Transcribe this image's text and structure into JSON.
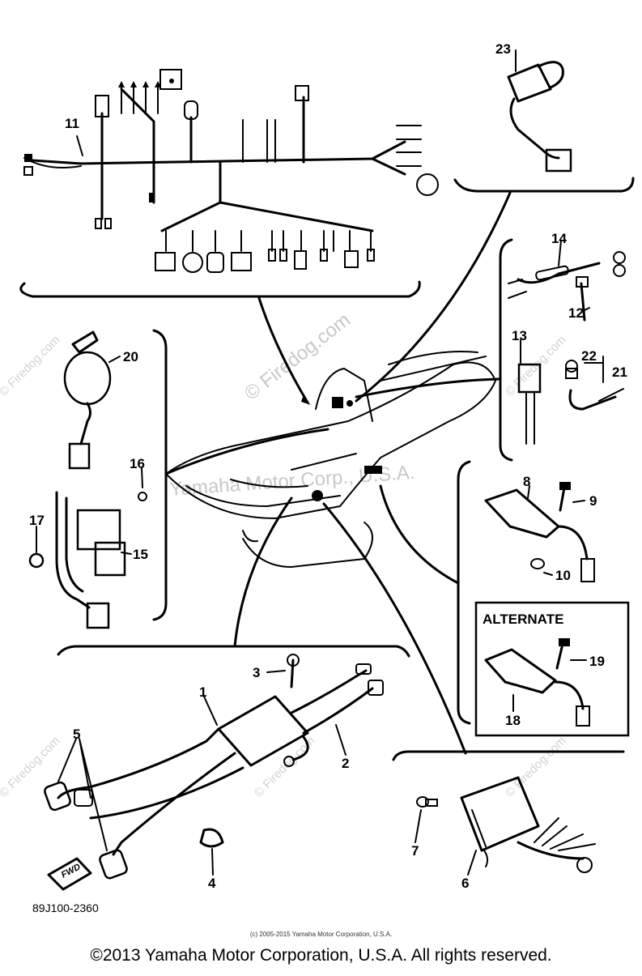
{
  "callouts": {
    "c1": "1",
    "c2": "2",
    "c3": "3",
    "c4": "4",
    "c5": "5",
    "c6": "6",
    "c7": "7",
    "c8": "8",
    "c9": "9",
    "c10": "10",
    "c11": "11",
    "c12": "12",
    "c13": "13",
    "c14": "14",
    "c15": "15",
    "c16": "16",
    "c17": "17",
    "c18": "18",
    "c19": "19",
    "c20": "20",
    "c21": "21",
    "c22": "22",
    "c23": "23"
  },
  "alternate_label": "ALTERNATE",
  "fwd_label": "FWD",
  "diagram_number": "89J100-2360",
  "watermarks": {
    "center_diagonal": "© Firedog.com",
    "center_horizontal": "Yamaha Motor Corp., U.S.A.",
    "repeat": "© Firedog.com"
  },
  "small_copyright": "(c) 2005-2015 Yamaha Motor Corporation, U.S.A.",
  "copyright": "©2013 Yamaha Motor Corporation, U.S.A. All rights reserved."
}
